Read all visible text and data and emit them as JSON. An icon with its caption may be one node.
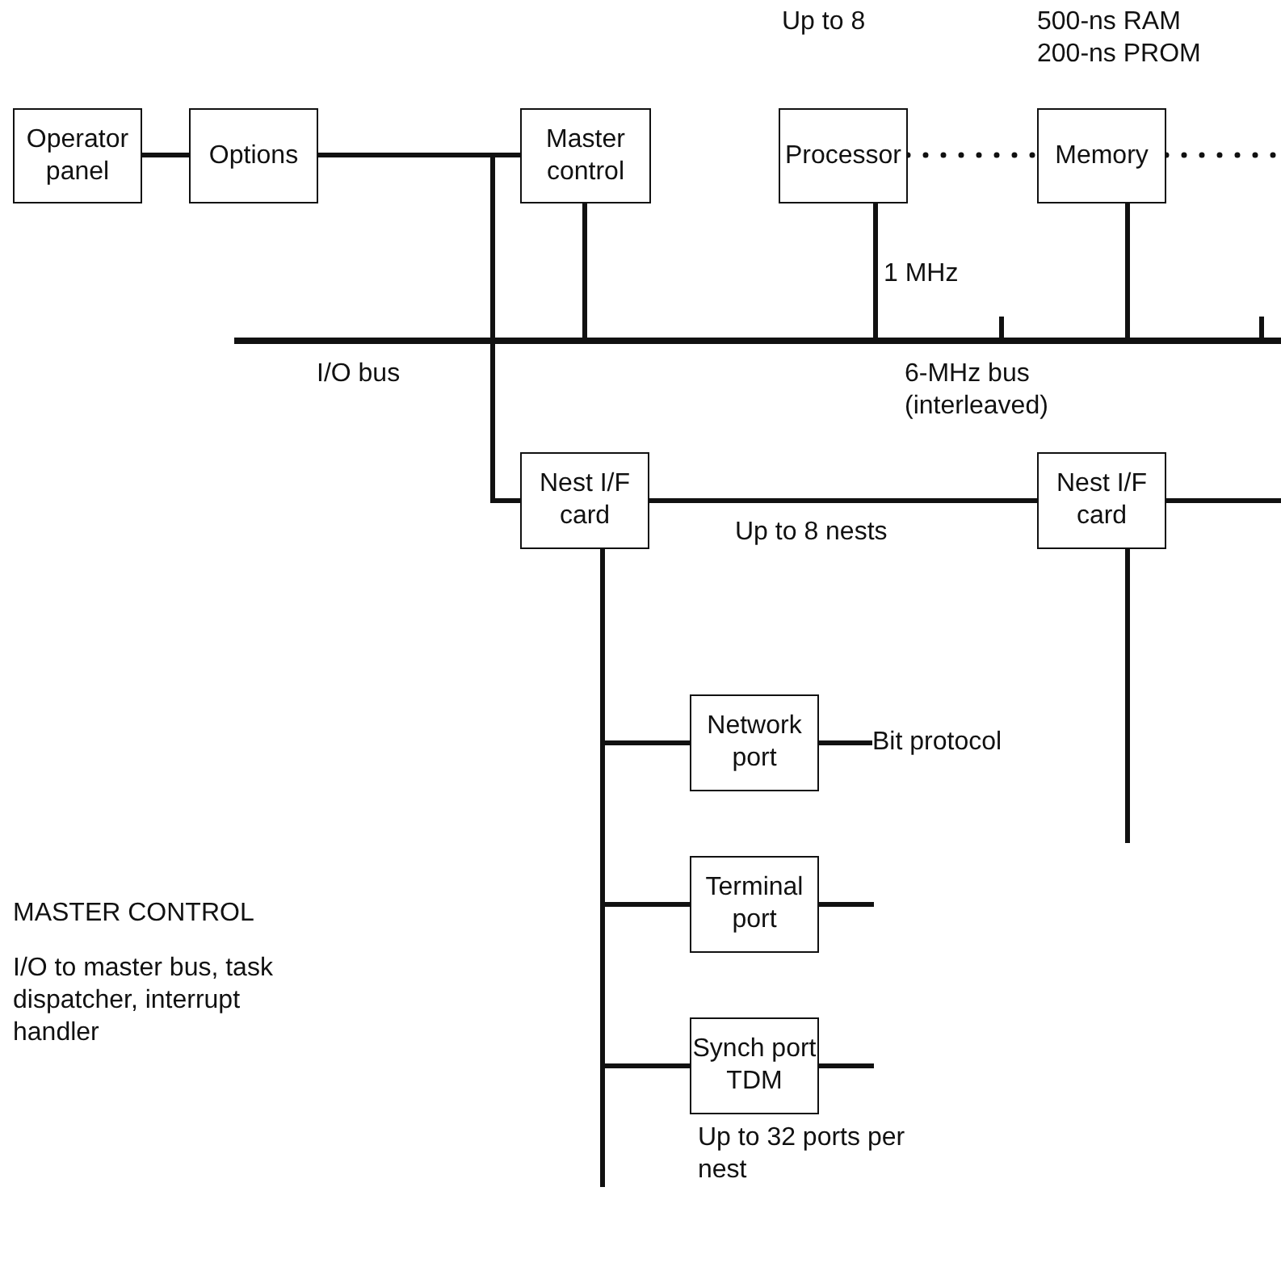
{
  "diagram": {
    "nodes": [
      {
        "text": [
          "Operator panel"
        ]
      },
      {
        "text": [
          "Options"
        ]
      },
      {
        "text": [
          "Master control"
        ]
      },
      {
        "text": [
          "Processor"
        ],
        "beside": [
          "Up to 8"
        ]
      },
      {
        "text": [
          "Memory"
        ],
        "beside": [
          "500-ns RAM 200-ns PROM"
        ]
      },
      {
        "text": [],
        "shape": "bar",
        "beside": [
          "I/O bus",
          "6-MHz bus (interleaved)"
        ]
      },
      {
        "text": [
          "Nest I/F card"
        ]
      },
      {
        "text": [
          "Nest I/F card"
        ]
      },
      {
        "text": [
          "Network port"
        ]
      },
      {
        "text": [
          "Terminal port"
        ]
      },
      {
        "text": [
          "Synch port TDM"
        ],
        "beside": [
          "Up to 32 ports per nest"
        ]
      },
      {
        "text": [
          "Bit protocol"
        ]
      }
    ],
    "edges": [
      {
        "from": 0,
        "to": 1,
        "arrow": "none"
      },
      {
        "from": 1,
        "to": 2,
        "arrow": "none"
      },
      {
        "from": 2,
        "to": 5,
        "arrow": "none"
      },
      {
        "from": 3,
        "to": 5,
        "arrow": "none",
        "label": "1 MHz"
      },
      {
        "from": 4,
        "to": 5,
        "arrow": "none"
      },
      {
        "from": 3,
        "to": 4,
        "arrow": "none",
        "style": "dashed"
      },
      {
        "from": 4,
        "to": null,
        "arrow": "none",
        "style": "dashed"
      },
      {
        "from": 5,
        "to": null,
        "arrow": "none"
      },
      {
        "from": 5,
        "to": null,
        "arrow": "none"
      },
      {
        "from": 1,
        "to": 6,
        "arrow": "none"
      },
      {
        "from": 2,
        "to": 6,
        "arrow": "none"
      },
      {
        "from": 6,
        "to": 7,
        "arrow": "none",
        "label": "Up to 8 nests"
      },
      {
        "from": 7,
        "to": null,
        "arrow": "none"
      },
      {
        "from": 7,
        "to": null,
        "arrow": "none"
      },
      {
        "from": 6,
        "to": 8,
        "arrow": "none"
      },
      {
        "from": 6,
        "to": 9,
        "arrow": "none"
      },
      {
        "from": 6,
        "to": 10,
        "arrow": "none"
      },
      {
        "from": 8,
        "to": 11,
        "arrow": "none"
      },
      {
        "from": 9,
        "to": null,
        "arrow": "none"
      },
      {
        "from": 10,
        "to": null,
        "arrow": "none"
      }
    ],
    "labels": [
      "MASTER CONTROL",
      "I/O to master bus, task dispatcher, interrupt handler"
    ]
  }
}
